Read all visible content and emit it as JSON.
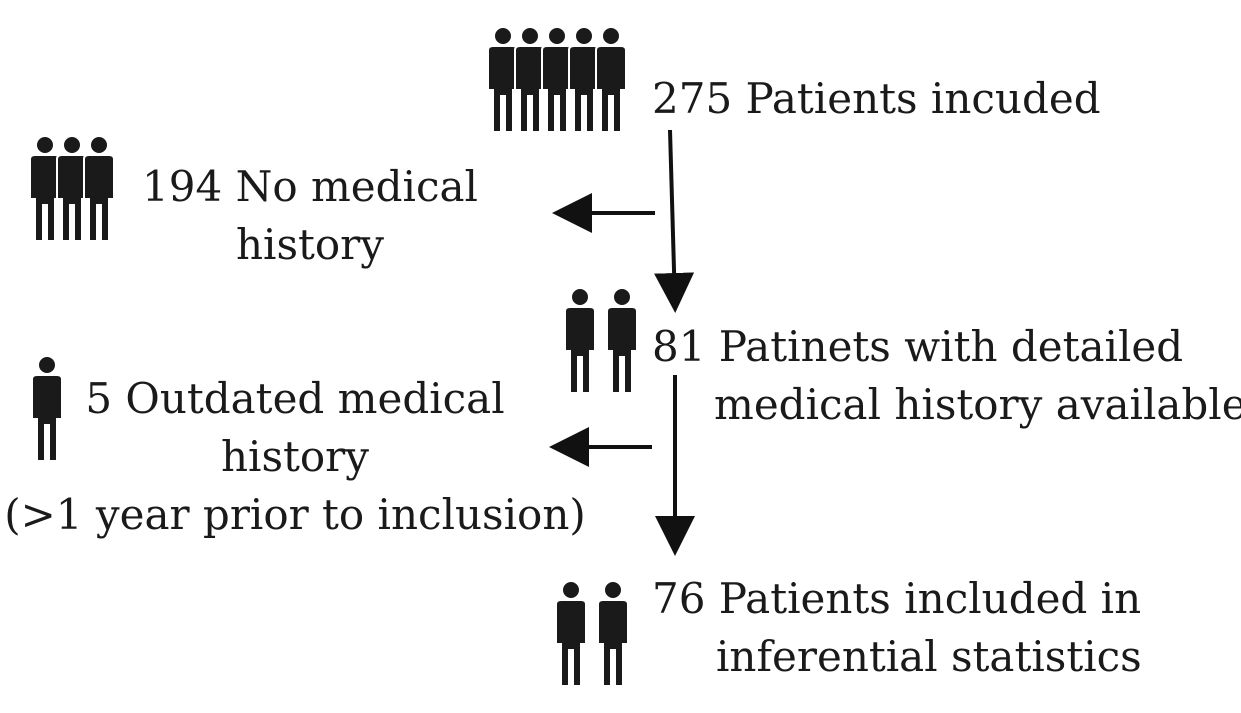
{
  "nodes": {
    "included": {
      "label": "275 Patients incuded"
    },
    "no_history": {
      "line1": "194 No medical",
      "line2": "history"
    },
    "detailed": {
      "line1": "81 Patinets with detailed",
      "line2": "medical history available"
    },
    "outdated": {
      "line1": "5 Outdated medical",
      "line2": "history",
      "line3": "(>1 year prior to inclusion)"
    },
    "inferential": {
      "line1": "76 Patients included in",
      "line2": "inferential statistics"
    }
  },
  "icons": {
    "included": {
      "name": "person-group-icon",
      "count": 5
    },
    "no_history": {
      "name": "person-group-icon",
      "count": 3
    },
    "detailed": {
      "name": "person-group-icon",
      "count": 2
    },
    "outdated": {
      "name": "person-icon",
      "count": 1
    },
    "inferential": {
      "name": "person-group-icon",
      "count": 2
    }
  },
  "colors": {
    "icon": "#1a1a1a",
    "arrow": "#111111",
    "text": "#1a1a1a"
  }
}
